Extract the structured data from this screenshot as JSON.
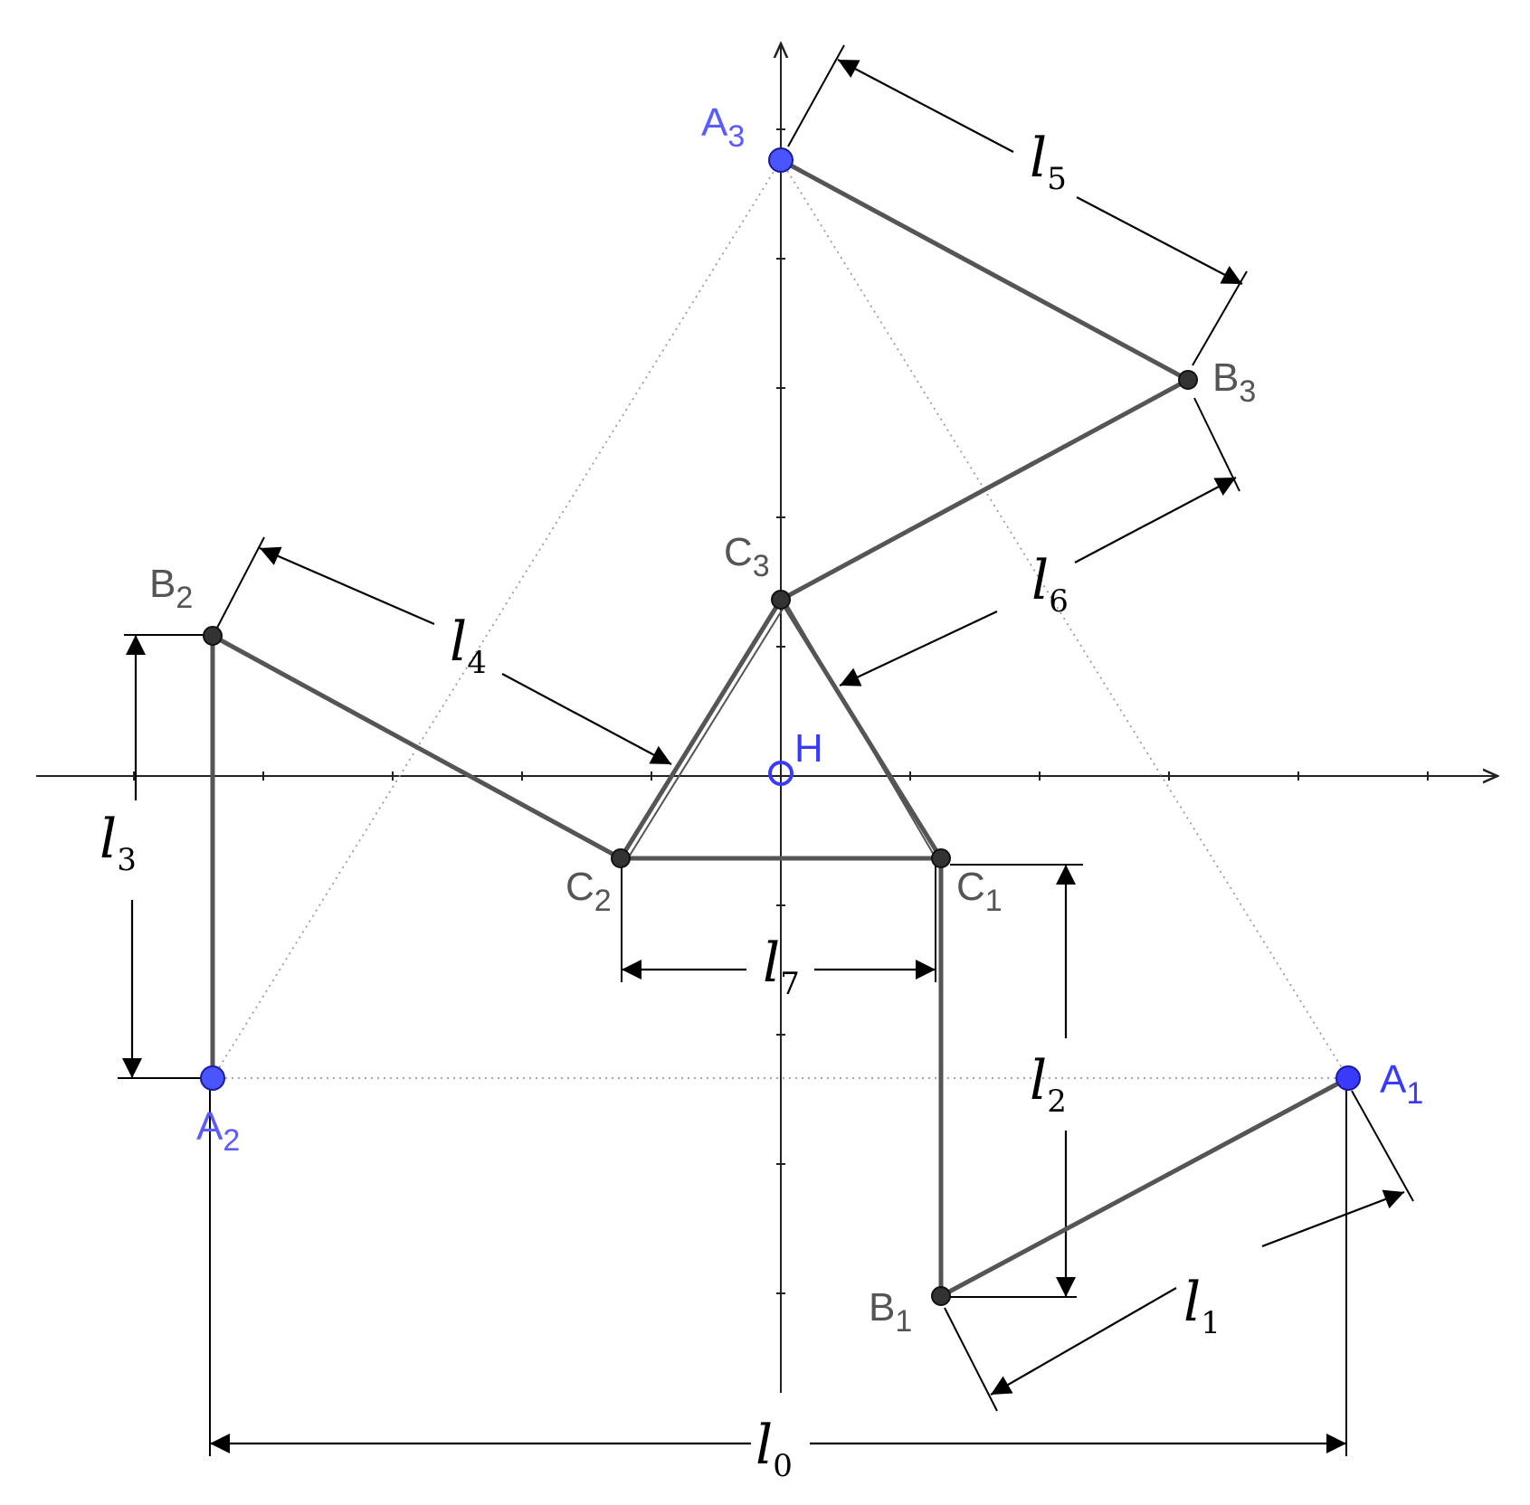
{
  "colors": {
    "link": "#555555",
    "axis": "#222222",
    "anchor_point": "#4a55ff",
    "anchor_label": "#5b5bff",
    "moving_point": "#333333",
    "moving_label": "#555555",
    "dimension": "#000000",
    "guide": "#999999"
  },
  "points": {
    "A1": {
      "letter": "A",
      "index": "1"
    },
    "A2": {
      "letter": "A",
      "index": "2"
    },
    "A3": {
      "letter": "A",
      "index": "3"
    },
    "B1": {
      "letter": "B",
      "index": "1"
    },
    "B2": {
      "letter": "B",
      "index": "2"
    },
    "B3": {
      "letter": "B",
      "index": "3"
    },
    "C1": {
      "letter": "C",
      "index": "1"
    },
    "C2": {
      "letter": "C",
      "index": "2"
    },
    "C3": {
      "letter": "C",
      "index": "3"
    },
    "H": {
      "letter": "H",
      "index": ""
    }
  },
  "dimensions": {
    "l0": {
      "letter": "l",
      "index": "0"
    },
    "l1": {
      "letter": "l",
      "index": "1"
    },
    "l2": {
      "letter": "l",
      "index": "2"
    },
    "l3": {
      "letter": "l",
      "index": "3"
    },
    "l4": {
      "letter": "l",
      "index": "4"
    },
    "l5": {
      "letter": "l",
      "index": "5"
    },
    "l6": {
      "letter": "l",
      "index": "6"
    },
    "l7": {
      "letter": "l",
      "index": "7"
    }
  }
}
